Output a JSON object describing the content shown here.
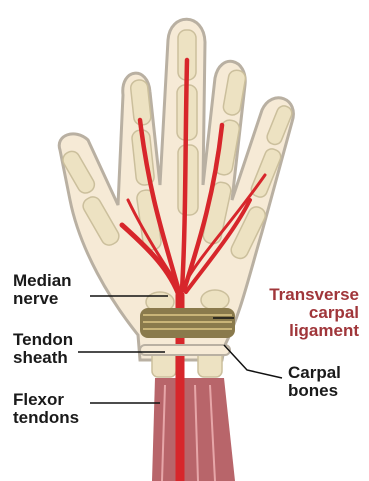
{
  "labels": {
    "median_nerve": [
      "Median",
      "nerve"
    ],
    "tendon_sheath": [
      "Tendon",
      "sheath"
    ],
    "flexor_tendons": [
      "Flexor",
      "tendons"
    ],
    "transverse_carpal_ligament": [
      "Transverse",
      "carpal",
      "ligament"
    ],
    "carpal_bones": [
      "Carpal",
      "bones"
    ]
  },
  "colors": {
    "skin": "#f6ead6",
    "skin_outline": "#b9b0a2",
    "bone": "#ede2c2",
    "nerve": "#d7262b",
    "ligament": "#8a7a4c",
    "muscle": "#b8656a",
    "label_red": "#a0363a"
  }
}
